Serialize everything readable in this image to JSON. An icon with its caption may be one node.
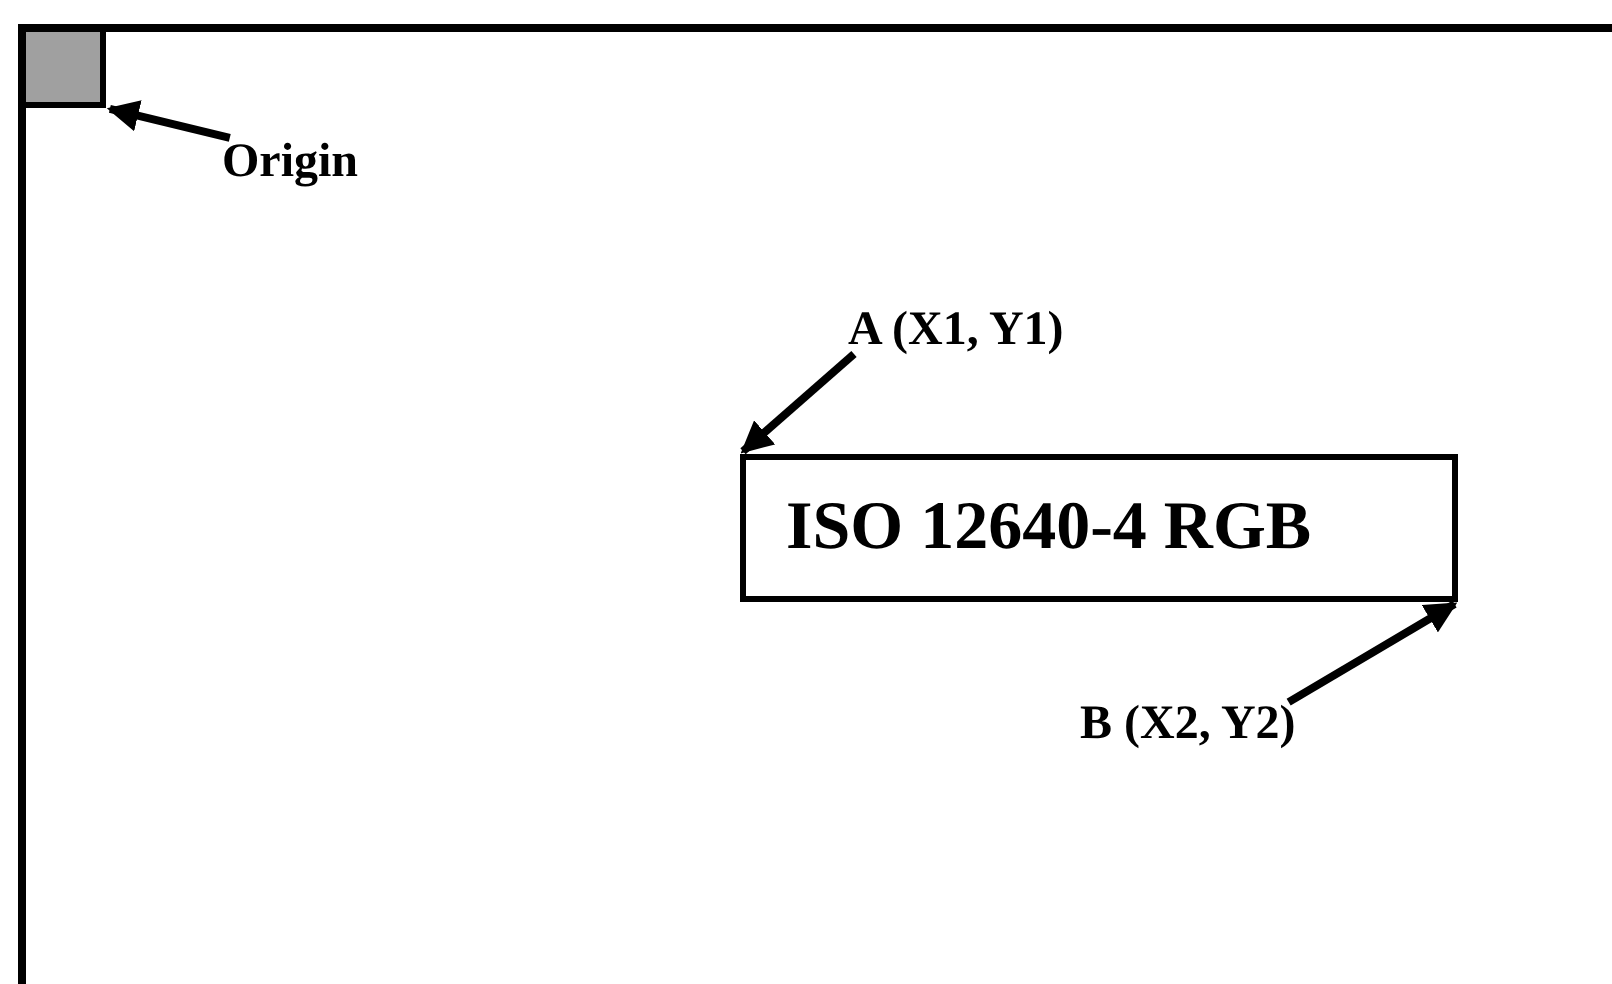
{
  "diagram": {
    "nodes": [
      {
        "text": [],
        "shape": "box"
      },
      {
        "text": [],
        "shape": "box",
        "in": 0
      },
      {
        "text": [
          "Origin"
        ],
        "in": 0
      },
      {
        "text": [
          "A (X1, Y1)"
        ],
        "in": 0
      },
      {
        "text": [
          "ISO 12640-4 RGB"
        ],
        "in": 0
      },
      {
        "text": [
          "B (X2, Y2)"
        ],
        "in": 0
      }
    ],
    "edges": [
      {
        "from": 2,
        "to": 1,
        "arrow": "to"
      },
      {
        "from": 3,
        "to": 4,
        "arrow": "to"
      },
      {
        "from": 5,
        "to": 4,
        "arrow": "to"
      }
    ]
  }
}
